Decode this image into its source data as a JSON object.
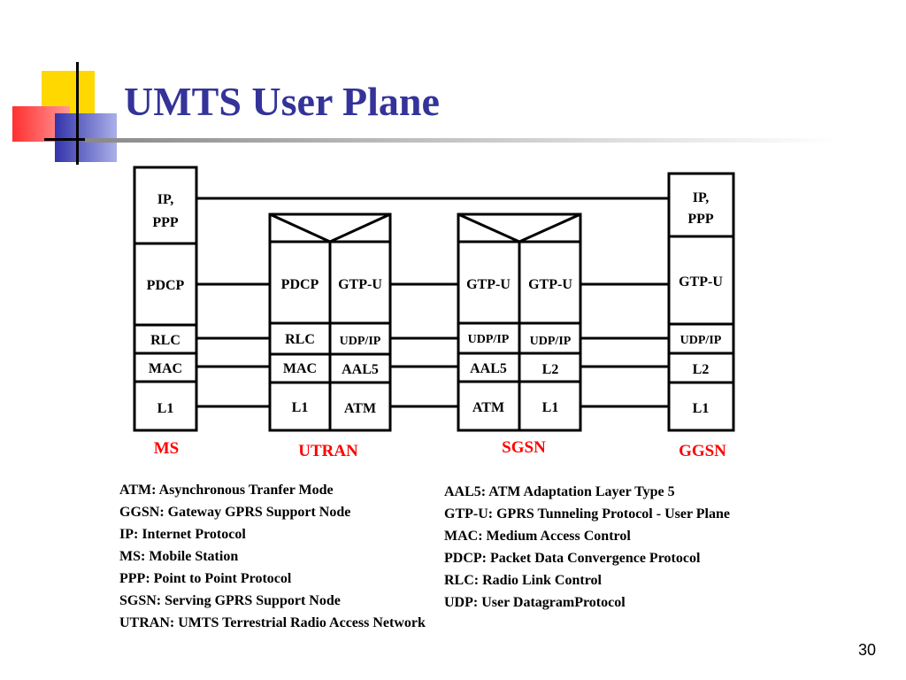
{
  "title": "UMTS User Plane",
  "page_number": "30",
  "colors": {
    "title": "#33339a",
    "node_label": "#ff0000"
  },
  "nodes": {
    "ms": {
      "label": "MS",
      "ip_line1": "IP,",
      "ip_line2": "PPP",
      "pdcp": "PDCP",
      "rlc": "RLC",
      "mac": "MAC",
      "l1": "L1"
    },
    "utran": {
      "label": "UTRAN",
      "pdcp": "PDCP",
      "gtpu": "GTP-U",
      "rlc": "RLC",
      "udpip": "UDP/IP",
      "mac": "MAC",
      "aal5": "AAL5",
      "l1": "L1",
      "atm": "ATM"
    },
    "sgsn": {
      "label": "SGSN",
      "gtpu_left": "GTP-U",
      "gtpu_right": "GTP-U",
      "udpip_left": "UDP/IP",
      "udpip_right": "UDP/IP",
      "aal5": "AAL5",
      "l2": "L2",
      "atm": "ATM",
      "l1": "L1"
    },
    "ggsn": {
      "label": "GGSN",
      "ip_line1": "IP,",
      "ip_line2": "PPP",
      "gtpu": "GTP-U",
      "udpip": "UDP/IP",
      "l2": "L2",
      "l1": "L1"
    }
  },
  "legend_left": [
    "ATM: Asynchronous Tranfer Mode",
    "GGSN:  Gateway GPRS Support Node",
    "IP: Internet Protocol",
    "MS: Mobile Station",
    "PPP: Point to Point Protocol",
    "SGSN: Serving GPRS Support Node",
    "UTRAN: UMTS Terrestrial Radio Access Network"
  ],
  "legend_right": [
    "AAL5: ATM Adaptation Layer Type 5",
    "GTP-U: GPRS Tunneling Protocol - User  Plane",
    "MAC: Medium Access Control",
    "PDCP: Packet Data Convergence Protocol",
    "RLC: Radio Link Control",
    "UDP: User DatagramProtocol"
  ]
}
